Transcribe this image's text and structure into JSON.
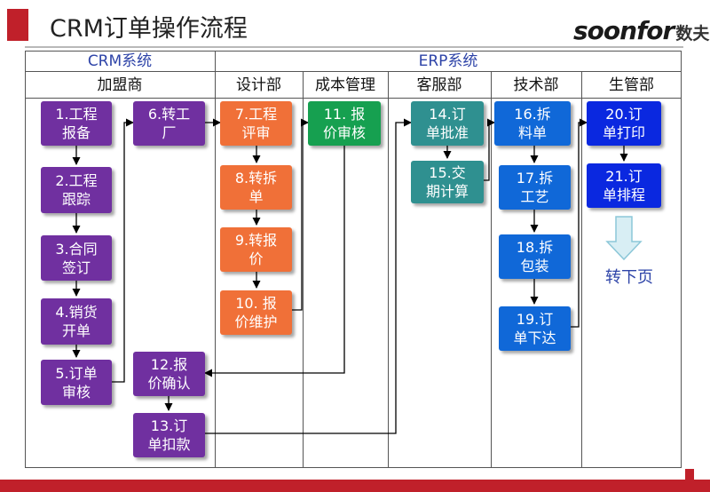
{
  "title": "CRM订单操作流程",
  "logo": {
    "brand": "soonfor",
    "cn": "数夫"
  },
  "systems": {
    "crm": "CRM系统",
    "erp": "ERP系统"
  },
  "columns": [
    "加盟商",
    "设计部",
    "成本管理",
    "客服部",
    "技术部",
    "生管部"
  ],
  "colors": {
    "accent": "#c0202a",
    "system_label": "#2e44a8",
    "purple": "#7030a0",
    "orange": "#f07038",
    "green": "#16a050",
    "teal": "#2f9090",
    "blue": "#1068d8",
    "navy": "#0a28e0"
  },
  "nodes": [
    {
      "id": "n1",
      "text": "1.工程\n报备"
    },
    {
      "id": "n2",
      "text": "2.工程\n跟踪"
    },
    {
      "id": "n3",
      "text": "3.合同\n签订"
    },
    {
      "id": "n4",
      "text": "4.销货\n开单"
    },
    {
      "id": "n5",
      "text": "5.订单\n审核"
    },
    {
      "id": "n6",
      "text": "6.转工\n厂"
    },
    {
      "id": "n7",
      "text": "7.工程\n评审"
    },
    {
      "id": "n8",
      "text": "8.转拆\n单"
    },
    {
      "id": "n9",
      "text": "9.转报\n价"
    },
    {
      "id": "n10",
      "text": "10. 报\n价维护"
    },
    {
      "id": "n11",
      "text": "11. 报\n价审核"
    },
    {
      "id": "n12",
      "text": "12.报\n价确认"
    },
    {
      "id": "n13",
      "text": "13.订\n单扣款"
    },
    {
      "id": "n14",
      "text": "14.订\n单批准"
    },
    {
      "id": "n15",
      "text": "15.交\n期计算"
    },
    {
      "id": "n16",
      "text": "16.拆\n料单"
    },
    {
      "id": "n17",
      "text": "17.拆\n工艺"
    },
    {
      "id": "n18",
      "text": "18.拆\n包装"
    },
    {
      "id": "n19",
      "text": "19.订\n单下达"
    },
    {
      "id": "n20",
      "text": "20.订\n单打印"
    },
    {
      "id": "n21",
      "text": "21.订\n单排程"
    }
  ],
  "next_page": "转下页"
}
